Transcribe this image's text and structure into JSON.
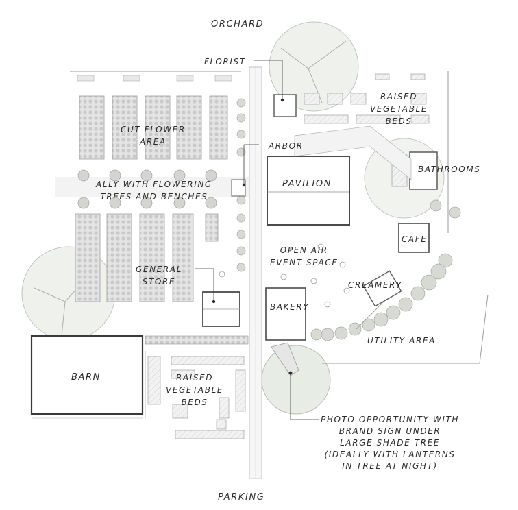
{
  "labels": {
    "orchard": "Orchard",
    "florist": "Florist",
    "raised_beds_top": [
      "Raised",
      "vegetable",
      "beds"
    ],
    "cut_flower": [
      "Cut Flower",
      "area"
    ],
    "arbor": "Arbor",
    "bathrooms": "Bathrooms",
    "ally": [
      "Ally with flowering",
      "trees and benches"
    ],
    "pavilion": "Pavilion",
    "cafe": "Cafe",
    "open_air": [
      "Open air",
      "event space"
    ],
    "general_store": [
      "General",
      "Store"
    ],
    "creamery": "Creamery",
    "bakery": "Bakery",
    "utility": "Utility area",
    "barn": "Barn",
    "raised_beds_bottom": [
      "Raised",
      "Vegetable",
      "beds"
    ],
    "photo_op": [
      "Photo opportunity with",
      "brand sign under",
      "large shade tree",
      "(ideally with lanterns",
      "in tree at night)"
    ],
    "parking": "Parking"
  },
  "colors": {
    "ink": "#2a2a2a",
    "line": "#8a8a8a",
    "bed_fill": "#e6e6e6",
    "tree_fill": "#e9ede7",
    "shrub_fill": "#cfd3cc",
    "building_fill": "#ffffff",
    "path_fill": "#f1f1f1"
  }
}
